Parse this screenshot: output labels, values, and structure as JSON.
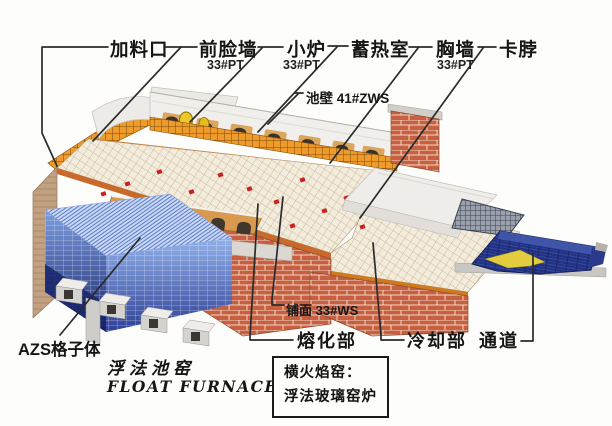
{
  "diagram": {
    "callouts_top": [
      {
        "id": "feeding-port",
        "label": "加料口",
        "spec": ""
      },
      {
        "id": "front-face-wall",
        "label": "前脸墙",
        "spec": "33#PT"
      },
      {
        "id": "small-furnace",
        "label": "小炉",
        "spec": "33#PT"
      },
      {
        "id": "regenerator",
        "label": "蓄热室",
        "spec": ""
      },
      {
        "id": "breast-wall",
        "label": "胸墙",
        "spec": "33#PT"
      },
      {
        "id": "neck",
        "label": "卡脖",
        "spec": ""
      }
    ],
    "pool_wall_label": "池壁 41#ZWS",
    "azs_label": "AZS格子体",
    "paving_label": "铺面 33#WS",
    "bottom_callouts": [
      {
        "id": "melting-section",
        "label": "熔化部"
      },
      {
        "id": "cooling-section",
        "label": "冷却部"
      },
      {
        "id": "channel",
        "label": "通道"
      }
    ],
    "caption": {
      "cn": "浮法池窑",
      "en": "FLOAT FURNACE"
    },
    "note": {
      "line1": "横火焰窑：",
      "line2": "浮法玻璃窑炉"
    },
    "colors": {
      "tile_cream": "#f3ecdc",
      "tile_line": "#bfae8e",
      "brick_red": "#c75f40",
      "mortar": "#f0d8c6",
      "lattice_orange": "#ef9b2c",
      "checker_blue_light": "#7d9fe0",
      "checker_blue_dark": "#18246a",
      "channel_navy": "#223182",
      "burner_yellow": "#ecc929",
      "red_dot": "#cc1f1f",
      "leader_line": "#2b2b2b"
    }
  }
}
